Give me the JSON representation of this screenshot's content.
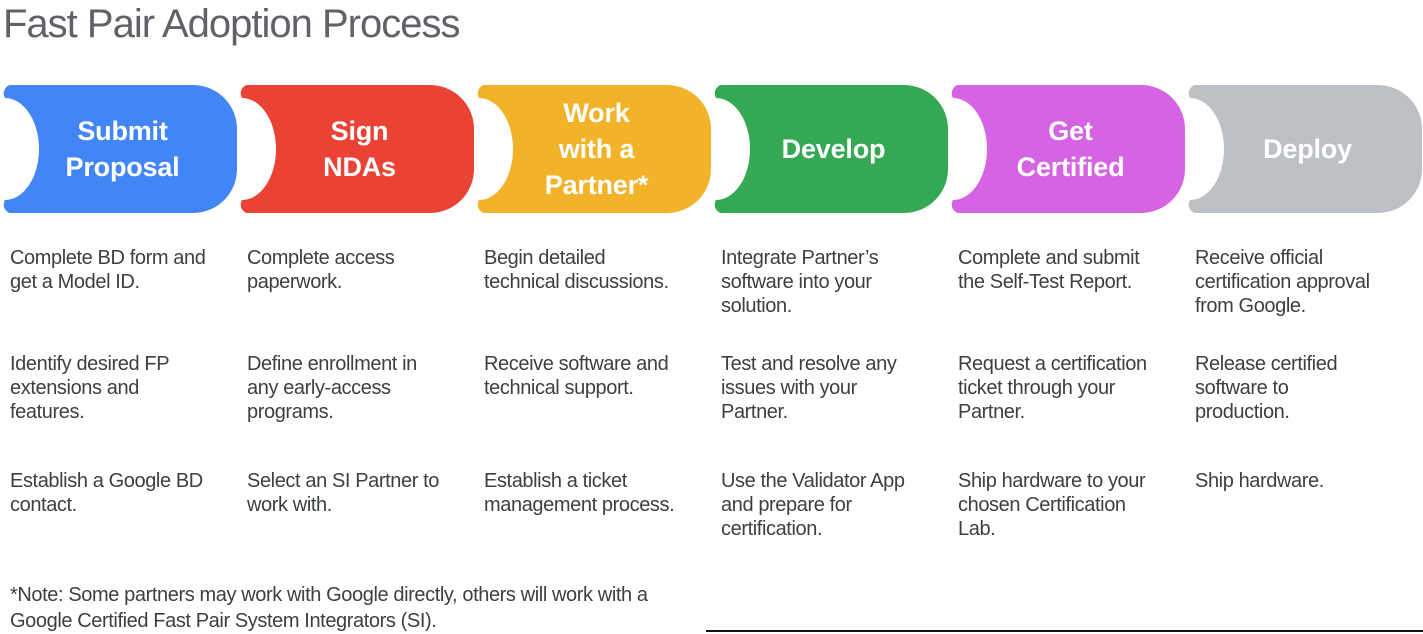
{
  "title": "Fast Pair Adoption Process",
  "steps": [
    {
      "label": "Submit\nProposal",
      "color": "#4285F4",
      "details": [
        "Complete BD form and\nget a Model ID.",
        "Identify desired FP\nextensions and\nfeatures.",
        "Establish a Google BD\ncontact."
      ]
    },
    {
      "label": "Sign\nNDAs",
      "color": "#EA4335",
      "details": [
        "Complete access\npaperwork.",
        "Define enrollment in\nany early-access\nprograms.",
        "Select an SI Partner to\nwork with."
      ]
    },
    {
      "label": "Work\nwith a\nPartner*",
      "color": "#F2B32A",
      "details": [
        "Begin detailed\ntechnical discussions.",
        "Receive software and\ntechnical support.",
        "Establish a ticket\nmanagement process."
      ]
    },
    {
      "label": "Develop",
      "color": "#34A853",
      "details": [
        "Integrate Partner’s\nsoftware into your\nsolution.",
        "Test and resolve any\nissues with your\nPartner.",
        "Use the Validator App\nand prepare for\ncertification."
      ]
    },
    {
      "label": "Get\nCertified",
      "color": "#D663E3",
      "details": [
        "Complete and submit\nthe Self-Test Report.",
        "Request a certification\nticket through your\nPartner.",
        "Ship hardware to your\nchosen Certification\nLab."
      ]
    },
    {
      "label": "Deploy",
      "color": "#BDC1C6",
      "details": [
        "Receive official\ncertification approval\nfrom Google.",
        "Release certified\nsoftware to\nproduction.",
        "Ship hardware."
      ]
    }
  ],
  "note": "*Note: Some partners may work with Google directly, others will work with a\nGoogle Certified Fast Pair System Integrators (SI)."
}
